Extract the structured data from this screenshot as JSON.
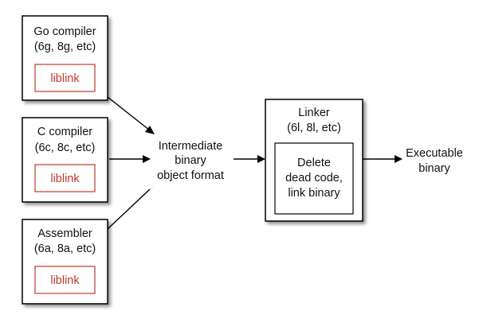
{
  "colors": {
    "border": "#000000",
    "shadow": "#b5b5b5",
    "liblink": "#c0392b",
    "text": "#111111",
    "background": "#ffffff"
  },
  "nodes": {
    "go_compiler": {
      "title": "Go compiler",
      "subtitle": "(6g, 8g, etc)",
      "inner_label": "liblink"
    },
    "c_compiler": {
      "title": "C compiler",
      "subtitle": "(6c, 8c, etc)",
      "inner_label": "liblink"
    },
    "assembler": {
      "title": "Assembler",
      "subtitle": "(6a, 8a, etc)",
      "inner_label": "liblink"
    },
    "intermediate": {
      "lines": [
        "Intermediate",
        "binary",
        "object format"
      ]
    },
    "linker": {
      "title": "Linker",
      "subtitle": "(6l, 8l, etc)",
      "inner_lines": [
        "Delete",
        "dead code,",
        "link binary"
      ]
    },
    "executable": {
      "lines": [
        "Executable",
        "binary"
      ]
    }
  },
  "edges": [
    {
      "from": "go_compiler",
      "to": "intermediate"
    },
    {
      "from": "c_compiler",
      "to": "intermediate"
    },
    {
      "from": "assembler",
      "to": "intermediate"
    },
    {
      "from": "intermediate",
      "to": "linker"
    },
    {
      "from": "linker",
      "to": "executable"
    }
  ]
}
